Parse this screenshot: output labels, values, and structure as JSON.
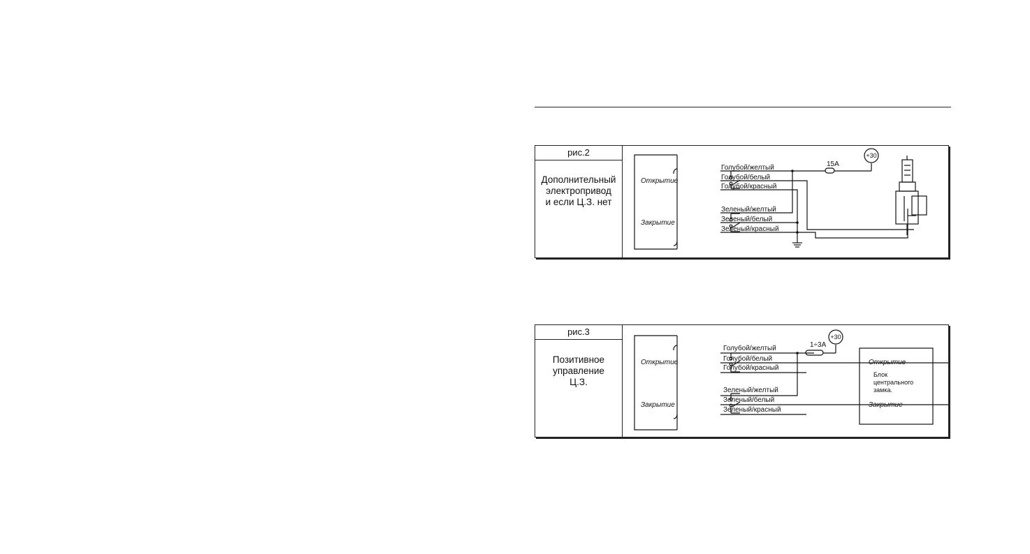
{
  "fig2": {
    "number": "рис.2",
    "description": [
      "Дополнительный",
      "электропривод",
      "и если Ц.З. нет"
    ],
    "open_label": "Открытие",
    "close_label": "Закрытие",
    "wires": [
      "Голубой/желтый",
      "Голубой/белый",
      "Голубой/красный",
      "Зеленый/желтый",
      "Зеленый/белый",
      "Зеленый/красный"
    ],
    "fuse": "15А",
    "power": "+30"
  },
  "fig3": {
    "number": "рис.3",
    "description": [
      "Позитивное",
      "управление",
      "Ц.З."
    ],
    "open_label": "Открытие",
    "close_label": "Закрытие",
    "wires": [
      "Голубой/желтый",
      "Голубой/белый",
      "Голубой/красный",
      "Зеленый/желтый",
      "Зеленый/белый",
      "Зеленый/красный"
    ],
    "fuse": "1÷3А",
    "power": "+30",
    "unit": {
      "open": "Открытие",
      "lines": [
        "Блок",
        "центрального",
        "замка."
      ],
      "close": "Закрытие"
    }
  }
}
